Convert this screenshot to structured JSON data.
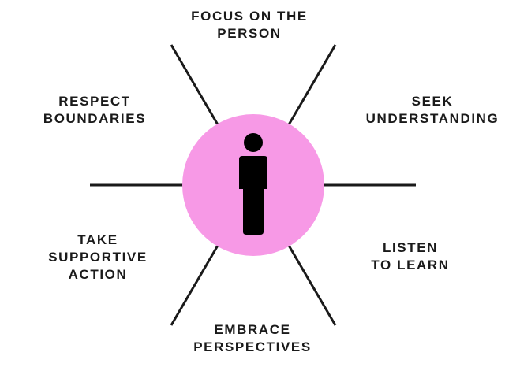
{
  "hub": {
    "icon": "person-icon",
    "fill_color": "#f799e6",
    "icon_color": "#000000"
  },
  "spoke_color": "#1a1a1a",
  "principles": {
    "top": {
      "line1": "FOCUS ON THE",
      "line2": "PERSON"
    },
    "top_left": {
      "line1": "RESPECT",
      "line2": "BOUNDARIES"
    },
    "top_right": {
      "line1": "SEEK",
      "line2": "UNDERSTANDING"
    },
    "bottom_left": {
      "line1": "TAKE",
      "line2": "SUPPORTIVE",
      "line3": "ACTION"
    },
    "bottom_right": {
      "line1": "LISTEN",
      "line2": "TO LEARN"
    },
    "bottom": {
      "line1": "EMBRACE",
      "line2": "PERSPECTIVES"
    }
  }
}
